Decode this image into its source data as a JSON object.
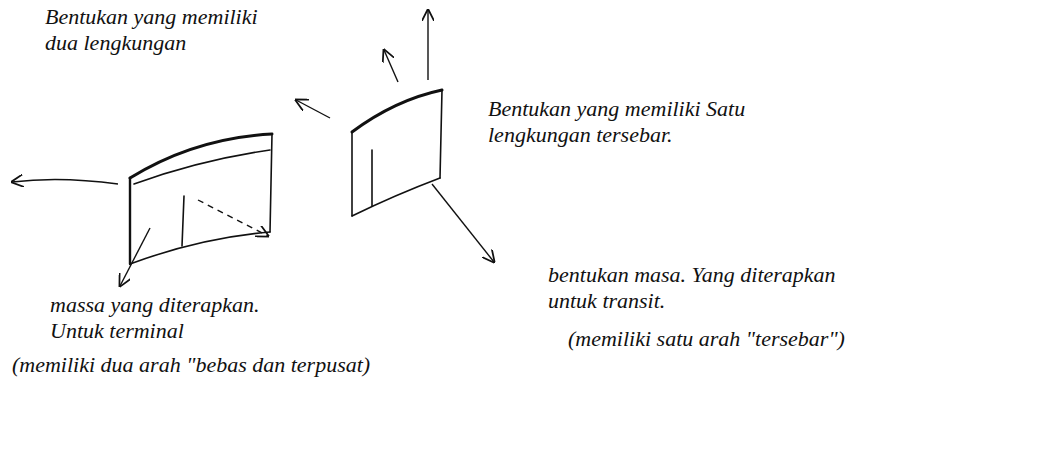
{
  "diagram": {
    "labels": [
      "Bentukan yang memiliki dua lengkungan",
      "Bentukan yang memiliki Satu lengkungan tersebar.",
      "massa yang diterapkan. Untuk terminal",
      "(memiliki dua arah \"bebas dan terpusat)",
      "bentukan masa. Yang diterapkan untuk transit.",
      "(memiliki satu arah \"tersebar\")"
    ]
  }
}
